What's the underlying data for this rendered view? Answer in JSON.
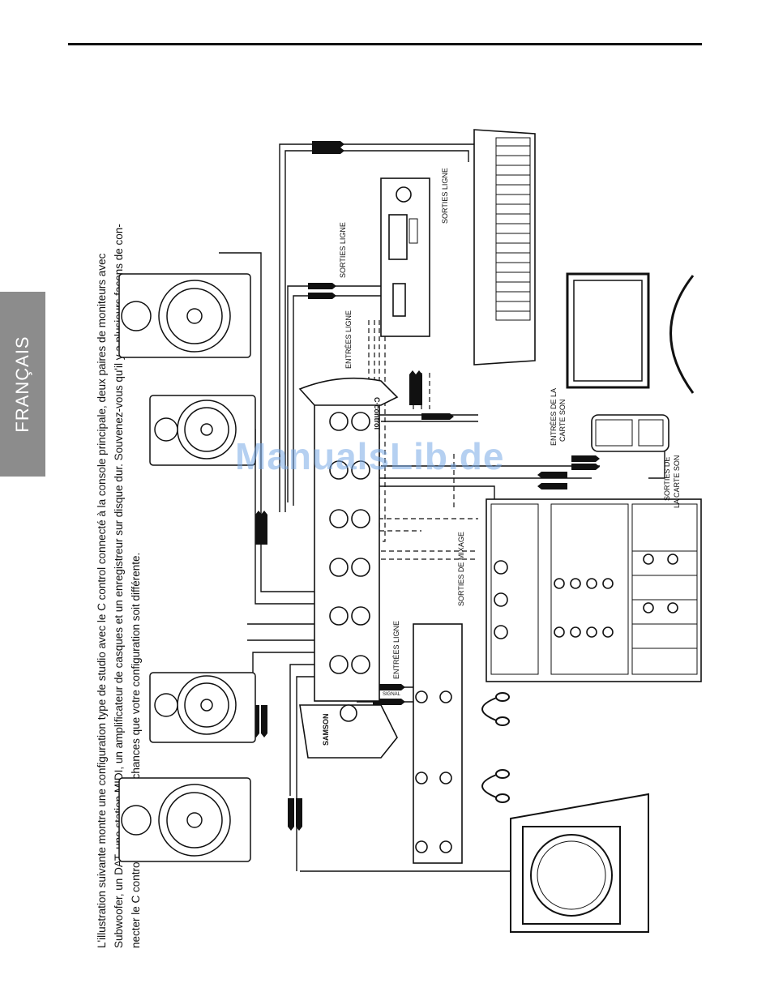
{
  "side_tab": {
    "label": "FRANÇAIS"
  },
  "caption": {
    "line1": "L'illustration suivante montre une configuration type de studio avec le C control connecté à la console principale, deux paires de moniteurs avec",
    "line2": "Subwoofer, un DAT, une station MIDI, un amplificateur de casques et un enregistreur sur disque dur. Souvenez-vous qu'il y a plusieurs façons de con-",
    "line3": "necter le C control ; il y a de fortes chances que votre configuration soit différente."
  },
  "labels": {
    "sorties_ligne_1": "SORTIES LIGNE",
    "sorties_ligne_2": "SORTIES LIGNE",
    "entrees_ligne_1": "ENTRÉES LIGNE",
    "entrees_ligne_2": "ENTRÉES LIGNE",
    "entrees_carte_a": "ENTRÉES DE LA",
    "entrees_carte_b": "CARTE SON",
    "sorties_carte_a": "SORTIES DE",
    "sorties_carte_b": "LA CARTE SON",
    "sorties_mixage": "SORTIES DE MIXAGE",
    "signal": "SIGNAL",
    "brand_samson": "SAMSON",
    "brand_ccontrol": "C·control"
  },
  "watermark": "ManualsLib.de"
}
